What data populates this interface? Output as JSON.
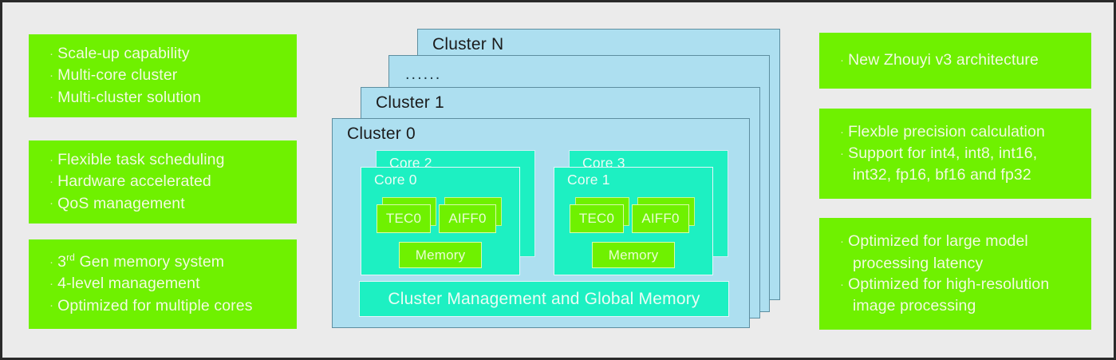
{
  "slide": {
    "background_color": "#ebebeb",
    "frame_color": "#2a2a2a",
    "accent_green": "#6ff100",
    "cluster_blue": "#addff0",
    "core_teal": "#1df0c2"
  },
  "left_cards": [
    {
      "name": "scale",
      "lines": [
        "Scale-up capability",
        "Multi-core cluster",
        "Multi-cluster solution"
      ]
    },
    {
      "name": "scheduling",
      "lines": [
        "Flexible task scheduling",
        "Hardware accelerated",
        "QoS management"
      ]
    },
    {
      "name": "memory",
      "lines": [
        "3rd Gen memory system",
        "4-level management",
        "Optimized for multiple cores"
      ],
      "line0_prefix": "3",
      "line0_sup": "rd",
      "line0_suffix": " Gen memory system"
    }
  ],
  "right_cards": [
    {
      "name": "architecture",
      "lines": [
        "New Zhouyi v3 architecture"
      ]
    },
    {
      "name": "precision",
      "lines": [
        "Flexble precision calculation",
        "Support for int4, int8, int16,"
      ],
      "continuation": "int32, fp16, bf16 and fp32"
    },
    {
      "name": "optimization",
      "lines": [
        "Optimized for large model",
        "Optimized for high-resolution"
      ],
      "continuation_a": "processing latency",
      "continuation_b": "image processing"
    }
  ],
  "clusters": {
    "back_label": "Cluster N",
    "mid_label": "......",
    "second_label": "Cluster 1",
    "front_label": "Cluster 0",
    "management_bar": "Cluster Management and Global Memory"
  },
  "cores": {
    "group_a": {
      "back_label": "Core 2",
      "front_label": "Core 0",
      "tec": "TEC0",
      "aiff": "AIFF0",
      "memory": "Memory"
    },
    "group_b": {
      "back_label": "Core 3",
      "front_label": "Core 1",
      "tec": "TEC0",
      "aiff": "AIFF0",
      "memory": "Memory"
    }
  }
}
